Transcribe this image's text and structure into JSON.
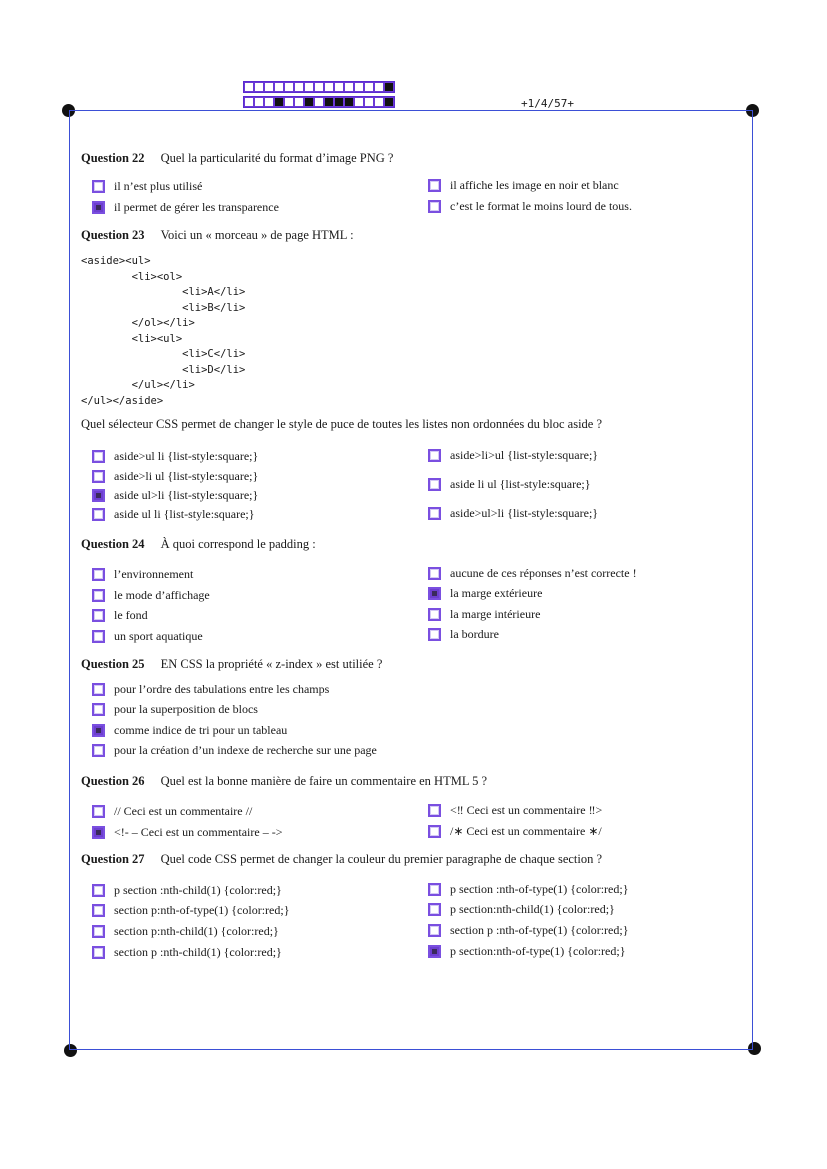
{
  "header": {
    "page_id": "+1/4/57+",
    "barcode_rows": [
      [
        0,
        0,
        0,
        0,
        0,
        0,
        0,
        0,
        0,
        0,
        0,
        0,
        0,
        0,
        1
      ],
      [
        0,
        0,
        0,
        1,
        0,
        0,
        1,
        0,
        1,
        1,
        1,
        0,
        0,
        0,
        1
      ]
    ]
  },
  "questions": [
    {
      "label": "Question 22",
      "text": "Quel la particularité du format d’image PNG ?",
      "options": [
        {
          "text": "il n’est plus utilisé",
          "checked": false
        },
        {
          "text": "il permet de gérer les transparence",
          "checked": true
        },
        {
          "text": "il affiche les image en noir et blanc",
          "checked": false
        },
        {
          "text": "c’est le format le moins lourd de tous.",
          "checked": false
        }
      ]
    },
    {
      "label": "Question 23",
      "text": "Voici un « morceau » de page HTML :",
      "code": "<aside><ul>\n        <li><ol>\n                <li>A</li>\n                <li>B</li>\n        </ol></li>\n        <li><ul>\n                <li>C</li>\n                <li>D</li>\n        </ul></li>\n</ul></aside>",
      "subtext": "Quel sélecteur CSS permet de changer le style de puce de toutes les listes non ordonnées du bloc aside ?",
      "options": [
        {
          "text": "aside>ul li {list-style:square;}",
          "checked": false
        },
        {
          "text": "aside>li ul {list-style:square;}",
          "checked": false
        },
        {
          "text": "aside ul>li {list-style:square;}",
          "checked": true
        },
        {
          "text": "aside ul li {list-style:square;}",
          "checked": false
        },
        {
          "text": "aside>li>ul {list-style:square;}",
          "checked": false
        },
        {
          "text": "aside li ul {list-style:square;}",
          "checked": false
        },
        {
          "text": "aside>ul>li {list-style:square;}",
          "checked": false
        }
      ]
    },
    {
      "label": "Question 24",
      "text": "À quoi correspond le padding :",
      "options": [
        {
          "text": "l’environnement",
          "checked": false
        },
        {
          "text": "le mode d’affichage",
          "checked": false
        },
        {
          "text": "le fond",
          "checked": false
        },
        {
          "text": "un sport aquatique",
          "checked": false
        },
        {
          "text": "aucune de ces réponses n’est correcte !",
          "checked": false
        },
        {
          "text": "la marge extérieure",
          "checked": true
        },
        {
          "text": "la marge intérieure",
          "checked": false
        },
        {
          "text": "la bordure",
          "checked": false
        }
      ]
    },
    {
      "label": "Question 25",
      "text": "EN CSS la propriété « z-index » est utiliée ?",
      "options": [
        {
          "text": "pour l’ordre des tabulations entre les champs",
          "checked": false
        },
        {
          "text": "pour la superposition de blocs",
          "checked": false
        },
        {
          "text": "comme indice de tri pour un tableau",
          "checked": true
        },
        {
          "text": "pour la création d’un indexe de recherche sur une page",
          "checked": false
        }
      ]
    },
    {
      "label": "Question 26",
      "text": "Quel est la bonne manière de faire un commentaire en HTML 5 ?",
      "options": [
        {
          "text": "// Ceci est un commentaire //",
          "checked": false
        },
        {
          "text": "<!- – Ceci est un commentaire – ->",
          "checked": true
        },
        {
          "text": "<‼ Ceci est un commentaire ‼>",
          "checked": false
        },
        {
          "text": "/∗ Ceci est un commentaire ∗/",
          "checked": false
        }
      ]
    },
    {
      "label": "Question 27",
      "text": "Quel code CSS permet de changer la couleur du premier paragraphe de chaque section ?",
      "options": [
        {
          "text": "p section :nth-child(1) {color:red;}",
          "checked": false
        },
        {
          "text": "section p:nth-of-type(1) {color:red;}",
          "checked": false
        },
        {
          "text": "section p:nth-child(1) {color:red;}",
          "checked": false
        },
        {
          "text": "section p :nth-child(1) {color:red;}",
          "checked": false
        },
        {
          "text": "p section :nth-of-type(1) {color:red;}",
          "checked": false
        },
        {
          "text": "p section:nth-child(1) {color:red;}",
          "checked": false
        },
        {
          "text": "section p :nth-of-type(1) {color:red;}",
          "checked": false
        },
        {
          "text": "p section:nth-of-type(1) {color:red;}",
          "checked": true
        }
      ]
    }
  ],
  "colors": {
    "frame": "#3b4fd6",
    "checkbox": "#7a4fe0",
    "checked_fill": "#3a2a5c"
  }
}
